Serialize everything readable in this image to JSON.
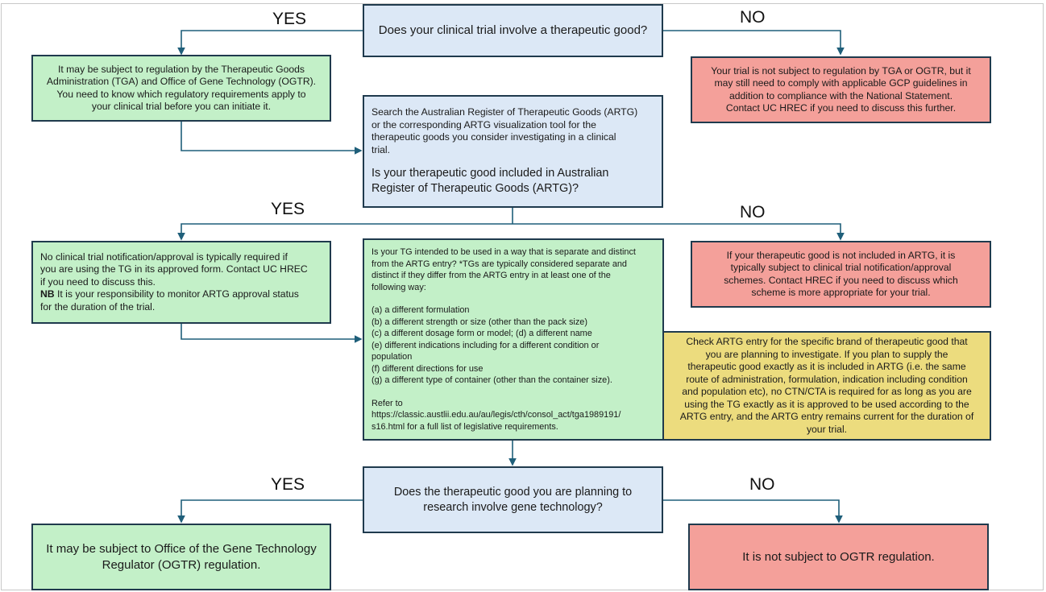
{
  "labels": {
    "yes": "YES",
    "no": "NO"
  },
  "q1": {
    "text": "Does your clinical trial involve a therapeutic good?"
  },
  "q1_yes": {
    "lines": [
      "It may be subject to regulation by the Therapeutic Goods",
      "Administration (TGA) and Office of Gene Technology (OGTR).",
      "You  need to know which regulatory requirements apply to",
      "your clinical trial before you can initiate it."
    ]
  },
  "q1_no": {
    "lines": [
      "Your trial is not subject to regulation by TGA or OGTR, but it",
      "may still need to comply with applicable GCP guidelines in",
      "addition to compliance with the National Statement.",
      "Contact UC HREC if you need to discuss this further."
    ]
  },
  "q2": {
    "intro": [
      "Search the Australian Register of Therapeutic Goods (ARTG)",
      "or the corresponding ARTG visualization tool for the",
      "therapeutic goods you consider investigating in a clinical",
      "trial."
    ],
    "question": [
      "Is your therapeutic good included in Australian",
      "Register of Therapeutic Goods (ARTG)?"
    ]
  },
  "q2_yes": {
    "lines": [
      "No clinical trial notification/approval is typically required if",
      "you are using the TG in its approved form. Contact UC HREC",
      "if you need to discuss this."
    ],
    "nb_label": "NB",
    "nb_lines": [
      " It is your responsibility to monitor ARTG approval status",
      "for the duration of the trial."
    ]
  },
  "q2_no": {
    "lines": [
      "If your therapeutic good is not included in ARTG, it is",
      "typically subject to clinical trial notification/approval",
      "schemes. Contact HREC if you need to discuss which",
      "scheme is more appropriate for your trial."
    ]
  },
  "q3": {
    "intro": [
      "Is your TG intended to be used in a way that is separate and distinct",
      "from the ARTG entry? *TGs are typically considered separate and",
      "distinct if they differ from the ARTG entry in at least one of the",
      "following way:"
    ],
    "items": [
      "(a) a different formulation",
      "(b) a different strength or size (other than the pack size)",
      "(c) a different dosage form or model; (d) a different name",
      "(e) different indications including for a different condition or",
      "population",
      "(f) different directions for use",
      "(g) a different type of container (other than the container size)."
    ],
    "refer": [
      "Refer to",
      "https://classic.austlii.edu.au/au/legis/cth/consol_act/tga1989191/",
      "s16.html for a full list of legislative requirements."
    ]
  },
  "q3_note": {
    "lines": [
      "Check ARTG entry for the specific brand of therapeutic good that",
      "you are planning to investigate. If you plan to supply the",
      "therapeutic good exactly as it is included in ARTG (i.e. the same",
      "route of administration, formulation, indication including condition",
      "and population  etc), no CTN/CTA is required for as long as you are",
      "using the TG exactly as it is approved to be used according to the",
      "ARTG entry, and the ARTG entry remains current for the duration of",
      "your trial."
    ]
  },
  "q4": {
    "lines": [
      "Does the therapeutic good you are planning to",
      "research involve gene technology?"
    ]
  },
  "q4_yes": {
    "lines": [
      "It may be subject to Office of the Gene Technology",
      "Regulator (OGTR) regulation."
    ]
  },
  "q4_no": {
    "text": "It is not subject to OGTR regulation."
  },
  "colors": {
    "connector": "#1f5f7a",
    "box_border": "#1f3a4d",
    "question_fill": "#dce8f6",
    "yes_fill": "#c3f0c8",
    "no_fill": "#f4a09a",
    "note_fill": "#ecdc7e"
  }
}
